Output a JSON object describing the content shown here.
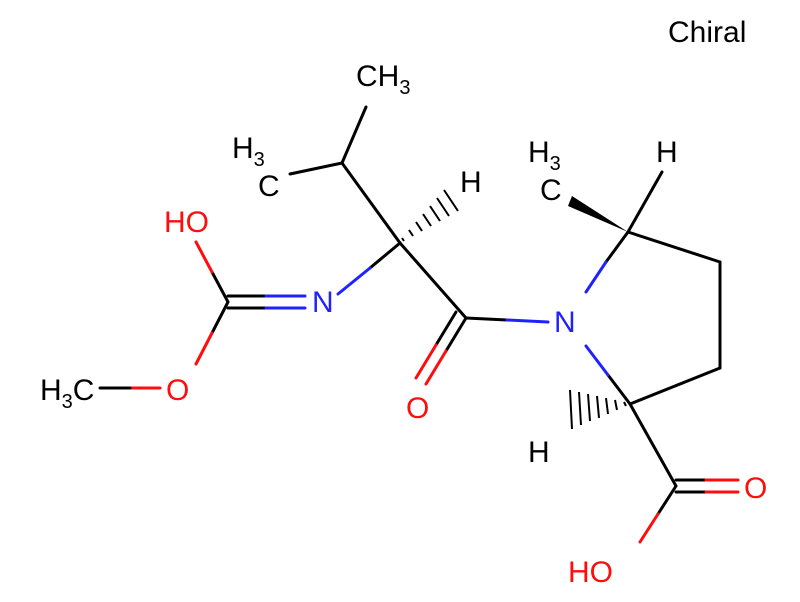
{
  "header": {
    "chiral_label": "Chiral"
  },
  "colors": {
    "carbon": "#000000",
    "nitrogen": "#1f22ff",
    "oxygen": "#ff0d0d"
  },
  "atoms": {
    "hydroxyl_top": "HO",
    "imine_n": "N",
    "methoxy_o": "O",
    "methoxy_c": "H",
    "methoxy_sub": "3",
    "methoxy_c_end": "C",
    "isopropyl_ch3_top_main": "CH",
    "isopropyl_ch3_top_sub": "3",
    "isopropyl_ch3_left_h": "H",
    "isopropyl_ch3_left_sub": "3",
    "isopropyl_ch3_left_c": "C",
    "alpha_h": "H",
    "amide_o": "O",
    "ring_n": "N",
    "ring_methyl_h": "H",
    "ring_methyl_sub": "3",
    "ring_methyl_c": "C",
    "ring_h_top": "H",
    "ring_h_bottom": "H",
    "acid_o": "O",
    "acid_ho": "HO"
  }
}
